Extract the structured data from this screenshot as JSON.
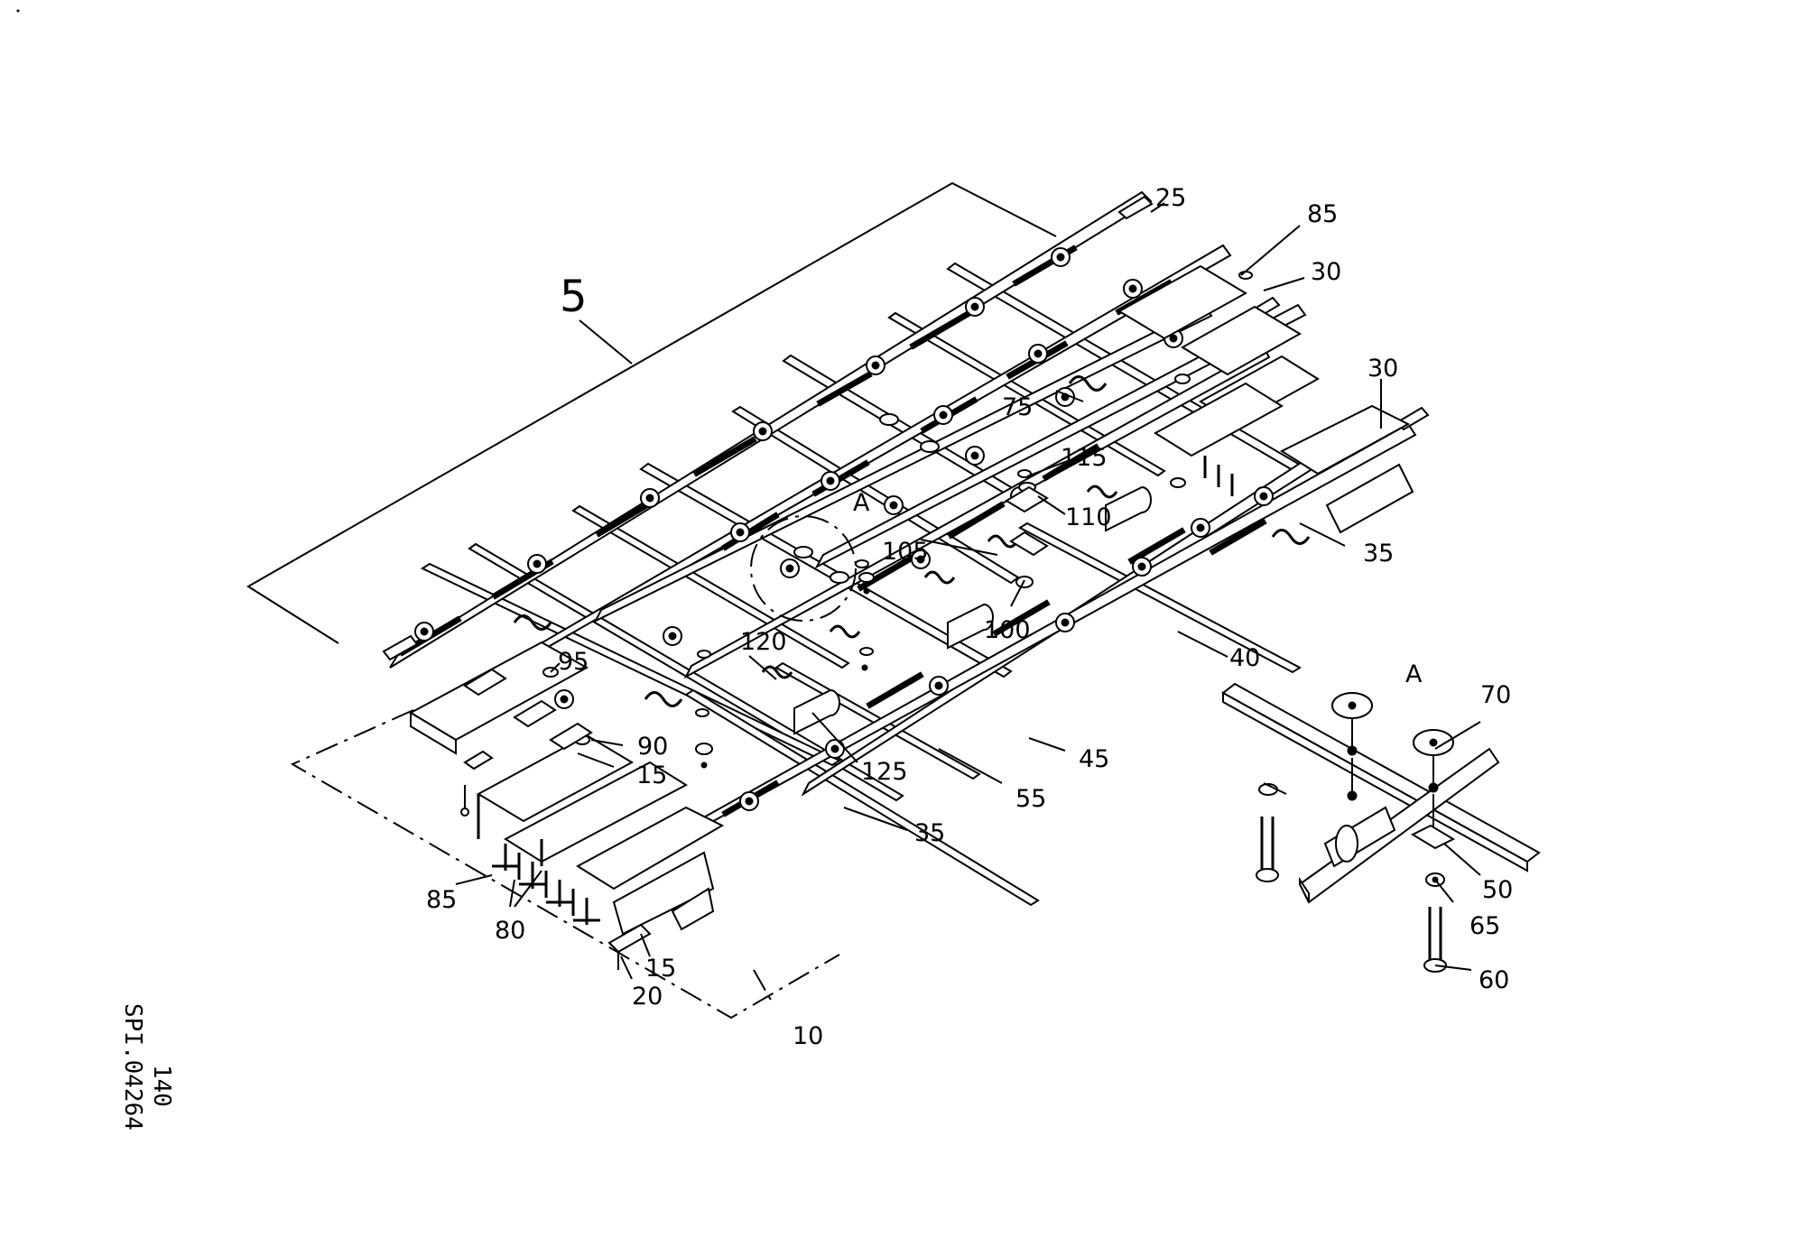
{
  "callouts": {
    "c5": "5",
    "c25": "25",
    "c85a": "85",
    "c30a": "30",
    "c30b": "30",
    "c75": "75",
    "c115": "115",
    "c110": "110",
    "cA1": "A",
    "c105": "105",
    "c35a": "35",
    "c100": "100",
    "c40": "40",
    "c120": "120",
    "c95": "95",
    "c90": "90",
    "c15a": "15",
    "c125": "125",
    "c45": "45",
    "c55": "55",
    "c35b": "35",
    "c85b": "85",
    "c80": "80",
    "c15b": "15",
    "c20": "20",
    "c10": "10",
    "cA2": "A",
    "c70": "70",
    "c50": "50",
    "c65": "65",
    "c60": "60"
  },
  "side_text": {
    "page_no": "140",
    "drawing_id": "SPI.04264"
  }
}
